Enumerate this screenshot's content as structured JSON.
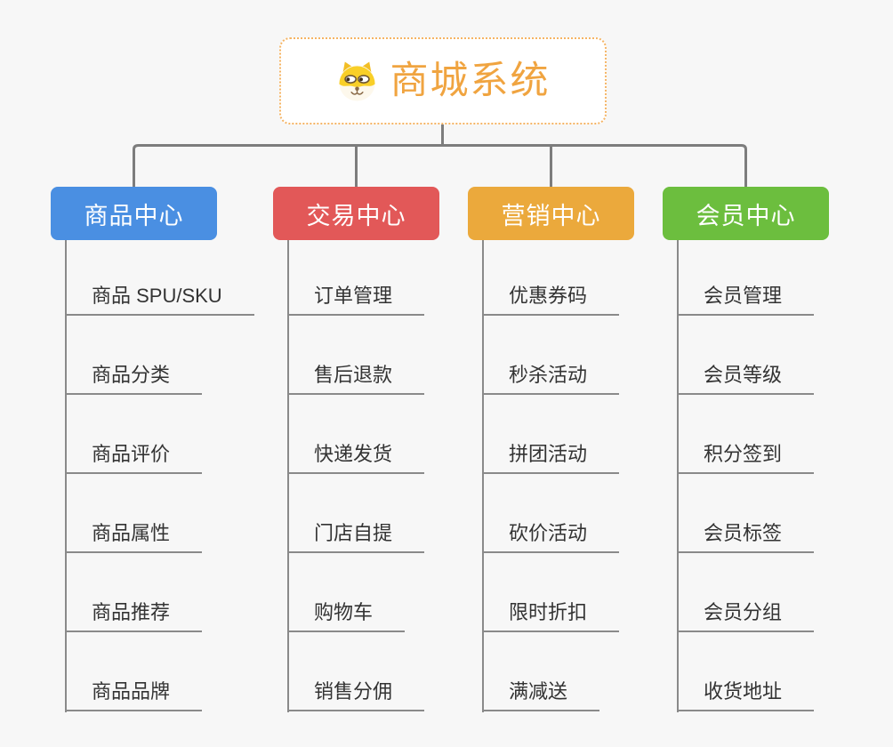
{
  "root": {
    "title": "商城系统",
    "icon": "shiba-dog-icon"
  },
  "colors": {
    "background": "#f7f7f7",
    "connector": "#7d7d7d",
    "leaf_line": "#8a8a8a",
    "root_border": "#f5b464",
    "root_text": "#f0a440"
  },
  "branches": [
    {
      "label": "商品中心",
      "color": "#4a8fe2",
      "items": [
        "商品 SPU/SKU",
        "商品分类",
        "商品评价",
        "商品属性",
        "商品推荐",
        "商品品牌"
      ]
    },
    {
      "label": "交易中心",
      "color": "#e25858",
      "items": [
        "订单管理",
        "售后退款",
        "快递发货",
        "门店自提",
        "购物车",
        "销售分佣"
      ]
    },
    {
      "label": "营销中心",
      "color": "#eba93c",
      "items": [
        "优惠券码",
        "秒杀活动",
        "拼团活动",
        "砍价活动",
        "限时折扣",
        "满减送"
      ]
    },
    {
      "label": "会员中心",
      "color": "#6cbe3e",
      "items": [
        "会员管理",
        "会员等级",
        "积分签到",
        "会员标签",
        "会员分组",
        "收货地址"
      ]
    }
  ]
}
